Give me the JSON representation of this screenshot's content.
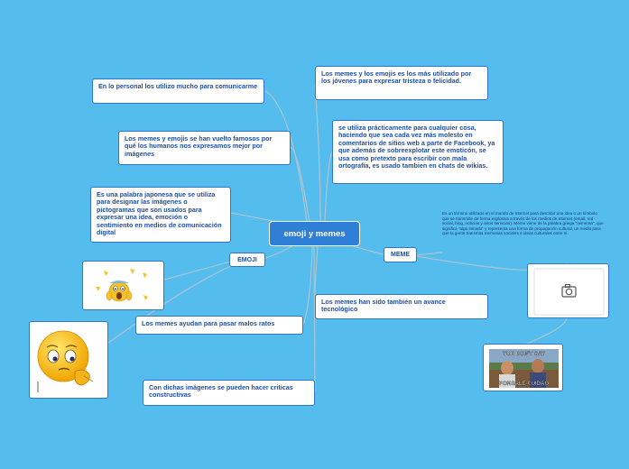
{
  "central": {
    "title": "emoji y memes"
  },
  "branches": {
    "emoji": "EMOJI",
    "meme": "MEME"
  },
  "left_nodes": [
    "En lo personal los utilizo mucho para comunicarme",
    "Los memes y emojis se han vuelto famosos por qué los humanos nos expresamos mejor por imágenes",
    "Es una palabra japonesa que se utiliza para designar las imágenes o pictogramas que son usados para expresar una idea, emoción o sentimiento en medios de comunicación digital",
    "Los memes ayudan para pasar malos ratos",
    "Con dichas imágenes se pueden hacer criticas constructivas"
  ],
  "right_nodes": [
    "Los memes y los emojis es los más utilizado por los jóvenes para expresar tristeza o felicidad.",
    "se utiliza  prácticamente para cualquier cosa, haciendo que sea cada vez más molesto en comentarios de sitios web a parte de Facebook, ya que además de sobreexplotar este emoticón, se usa como pretexto para escribir con mala ortografía, es usado tambien en chats de wikias.",
    "Los memes han sido también un avance tecnológico"
  ],
  "meme_description": "Es un término utilizado en el mundo de Internet para describir una idea o un símbolo que se transmite de forma explosiva a través de los medios de Internet (email, red social, blog, noticias y otros servicios). Meme viene de la palabra griega \"mimema\", que significa \"algo imitado\" y representa una forma de propagación cultural, un medio para que la gente transmita memorias sociales e ideas culturales entre sí.",
  "meme_image": {
    "top_text": "YOU DON'T SAY",
    "bottom_text": "PONGALE CUIDAO"
  },
  "icons": [
    "camera-icon",
    "scared-emoji-icon",
    "thinking-emoji-icon"
  ],
  "colors": {
    "background": "#55bdee",
    "node_border": "#2f76c9",
    "central_fill": "#2f7fd6",
    "text": "#1f4fa0",
    "connector": "#a9c3d2"
  }
}
